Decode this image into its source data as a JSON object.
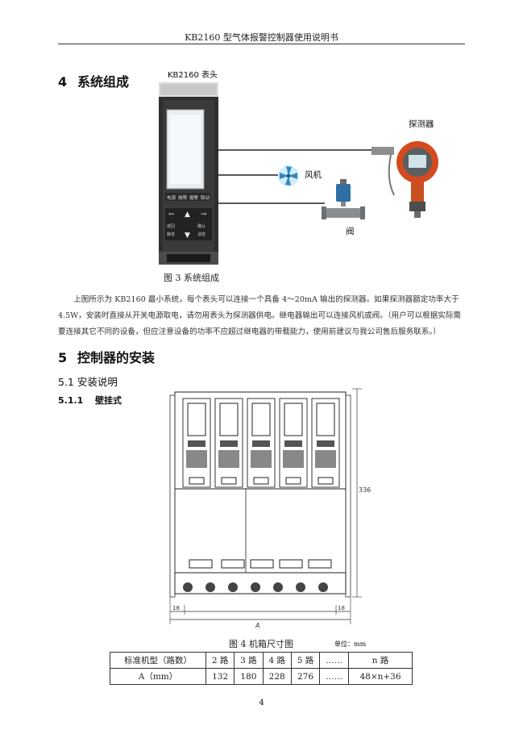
{
  "header": {
    "title": "KB2160 型气体报警控制器使用说明书"
  },
  "section4": {
    "number": "4",
    "title": "系统组成",
    "diagram": {
      "controller_label": "KB2160 表头",
      "fan_label": "风机",
      "detector_label": "探测器",
      "valve_label": "阀",
      "buttons_row1": [
        "电源",
        "故障",
        "报警",
        "联动"
      ],
      "keys": [
        "←",
        "▲",
        "→",
        "▼"
      ],
      "key_captions": [
        "返回",
        "确认",
        "静音",
        "消音"
      ]
    },
    "figure_caption": "图 3 系统组成",
    "paragraph": "上图所示为 KB2160 最小系统，每个表头可以连接一个具备 4～20mA 输出的探测器。如果探测器额定功率大于 4.5W，安装时直接从开关电源取电，请勿用表头为探测器供电。继电器输出可以连接风机或阀。（用户可以根据实际需要连接其它不同的设备，但应注意设备的功率不应超过继电器的带载能力，使用前建议与我公司售后服务联系。）"
  },
  "section5": {
    "number": "5",
    "title": "控制器的安装",
    "sub1": "5.1 安装说明",
    "sub11_num": "5.1.1",
    "sub11_title": "壁挂式",
    "drawing": {
      "dim_height": "336",
      "dim_left": "18",
      "dim_right": "18",
      "dim_width": "A"
    },
    "figure_caption": "图 4 机箱尺寸图",
    "unit": "单位：mm",
    "table": {
      "header": [
        "标准机型（路数）",
        "2 路",
        "3 路",
        "4 路",
        "5 路",
        "……",
        "n 路"
      ],
      "row": [
        "A（mm）",
        "132",
        "180",
        "228",
        "276",
        "……",
        "48×n+36"
      ]
    }
  },
  "page_number": "4"
}
